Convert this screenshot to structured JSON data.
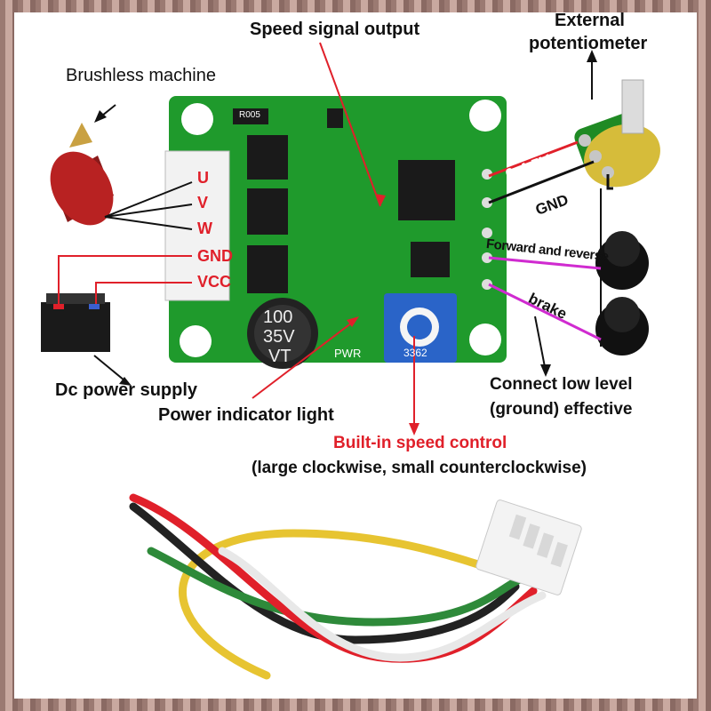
{
  "labels": {
    "speed_signal_output": "Speed signal output",
    "external_potentiometer_line1": "External",
    "external_potentiometer_line2": "potentiometer",
    "brushless_machine": "Brushless machine",
    "dc_power_supply": "Dc power supply",
    "power_indicator_light": "Power indicator light",
    "builtin_speed_control": "Built-in speed control",
    "builtin_speed_note": "(large clockwise, small counterclockwise)",
    "connect_low_level_line1": "Connect low level",
    "connect_low_level_line2": "(ground) effective"
  },
  "motor_pins": [
    "U",
    "V",
    "W",
    "GND",
    "VCC"
  ],
  "control_pins": {
    "range": "0-4.5V",
    "gnd": "GND",
    "forward_reverse": "Forward and reverse",
    "brake": "brake"
  },
  "board_marks": {
    "capacitor_line1": "100",
    "capacitor_line2": "35V",
    "capacitor_line3": "VT",
    "pwr": "PWR",
    "trimmer": "3362",
    "smd": "R005"
  },
  "colors": {
    "pcb": "#1f9a2c",
    "label_red": "#e0202a",
    "wire_magenta": "#d02bd0",
    "trimmer_blue": "#2a64c8"
  }
}
